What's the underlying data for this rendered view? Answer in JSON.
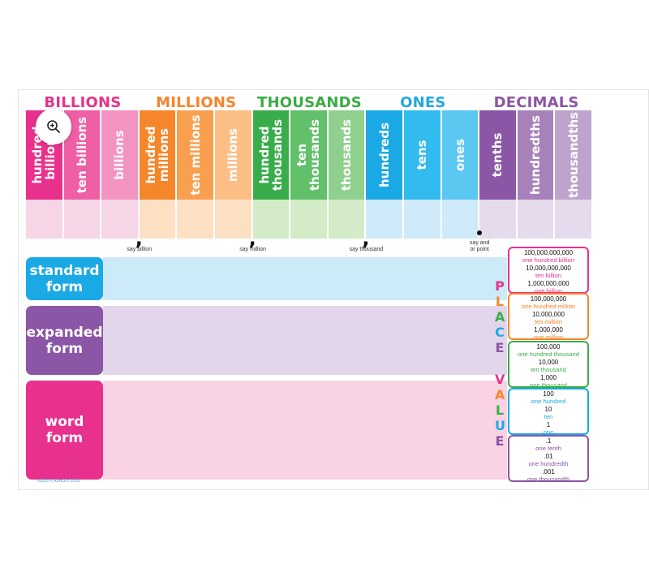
{
  "groups": [
    {
      "label": "BILLIONS",
      "color": "#e8328a"
    },
    {
      "label": "MILLIONS",
      "color": "#f5842a"
    },
    {
      "label": "THOUSANDS",
      "color": "#3aac44"
    },
    {
      "label": "ONES",
      "color": "#23a8e0"
    },
    {
      "label": "DECIMALS",
      "color": "#8e55a4"
    }
  ],
  "columns": [
    {
      "label": "hundred billions",
      "color": "#e8318d",
      "light": "#f6d5e6"
    },
    {
      "label": "ten billions",
      "color": "#ee5fa5",
      "light": "#f6d5e6"
    },
    {
      "label": "billions",
      "color": "#f293c2",
      "light": "#f6d5e6"
    },
    {
      "label": "hundred millions",
      "color": "#f6862a",
      "light": "#fde0c4"
    },
    {
      "label": "ten millions",
      "color": "#f8a050",
      "light": "#fde0c4"
    },
    {
      "label": "millions",
      "color": "#fbbf86",
      "light": "#fde0c4"
    },
    {
      "label": "hundred thousands",
      "color": "#39ad4b",
      "light": "#d3ebc8"
    },
    {
      "label": "ten thousands",
      "color": "#62c06a",
      "light": "#d3ebc8"
    },
    {
      "label": "thousands",
      "color": "#8fd08e",
      "light": "#d3ebc8"
    },
    {
      "label": "hundreds",
      "color": "#1ba9e6",
      "light": "#cfeaf8"
    },
    {
      "label": "tens",
      "color": "#31bbee",
      "light": "#cfeaf8"
    },
    {
      "label": "ones",
      "color": "#5ac8f1",
      "light": "#cfeaf8"
    },
    {
      "label": "tenths",
      "color": "#8c56a6",
      "light": "#e5dbec"
    },
    {
      "label": "hundredths",
      "color": "#a781ba",
      "light": "#e5dbec"
    },
    {
      "label": "thousandths",
      "color": "#bea3cd",
      "light": "#e5dbec"
    }
  ],
  "separators": [
    {
      "mark": ",",
      "say": "say billion"
    },
    {
      "mark": ",",
      "say": "say million"
    },
    {
      "mark": ",",
      "say": "say thousand"
    },
    {
      "mark": ".",
      "say": "say and or point"
    }
  ],
  "forms": [
    {
      "label": "standard form",
      "color": "#1ba9e6",
      "band": "#cdeaf8"
    },
    {
      "label": "expanded form",
      "color": "#8c56a6",
      "band": "#e3d5ea"
    },
    {
      "label": "word form",
      "color": "#e8318d",
      "band": "#f9d3e4"
    }
  ],
  "place_value_word": {
    "letters": [
      {
        "ch": "P",
        "color": "#e8318d"
      },
      {
        "ch": "L",
        "color": "#f6862a"
      },
      {
        "ch": "A",
        "color": "#39ad4b"
      },
      {
        "ch": "C",
        "color": "#1ba9e6"
      },
      {
        "ch": "E",
        "color": "#8c56a6"
      },
      {
        "ch": "V",
        "color": "#e8318d"
      },
      {
        "ch": "A",
        "color": "#f6862a"
      },
      {
        "ch": "L",
        "color": "#39ad4b"
      },
      {
        "ch": "U",
        "color": "#1ba9e6"
      },
      {
        "ch": "E",
        "color": "#8c56a6"
      }
    ]
  },
  "place_boxes": [
    {
      "color": "#e8318d",
      "lines": [
        "100,000,000,000",
        "one hundred billion",
        "10,000,000,000",
        "ten billion",
        "1,000,000,000",
        "one billion"
      ]
    },
    {
      "color": "#f6862a",
      "lines": [
        "100,000,000",
        "one hundred million",
        "10,000,000",
        "ten million",
        "1,000,000",
        "one million"
      ]
    },
    {
      "color": "#39ad4b",
      "lines": [
        "100,000",
        "one hundred thousand",
        "10,000",
        "ten thousand",
        "1,000",
        "one thousand"
      ]
    },
    {
      "color": "#1ba9e6",
      "lines": [
        "100",
        "one hundred",
        "10",
        "ten",
        "1",
        "one"
      ]
    },
    {
      "color": "#8c56a6",
      "lines": [
        ".1",
        "one tenth",
        ".01",
        "one hundredth",
        ".001",
        "one thousandth"
      ]
    }
  ],
  "footer": "91025 © ASHLEY 2018"
}
